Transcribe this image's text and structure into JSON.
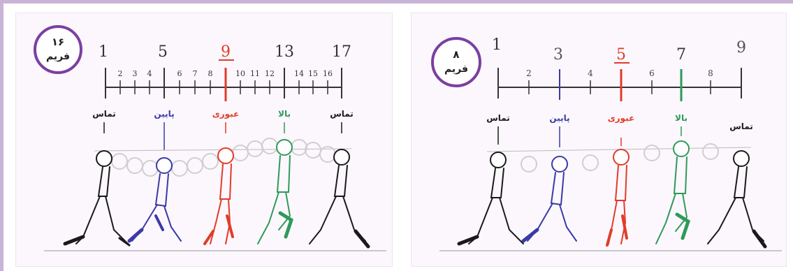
{
  "colors": {
    "frame": "#c9b4d8",
    "badge_ring": "#7b3fa0",
    "contact": "#1a1a1a",
    "down": "#3a3aa8",
    "passing": "#e23b2a",
    "up": "#2e9a5a",
    "ink": "#333333"
  },
  "panels": [
    {
      "id": "left",
      "badge": {
        "number": "۱۶",
        "word": "فریم"
      },
      "major_labels": [
        "1",
        "5",
        "9",
        "13",
        "17"
      ],
      "minor_labels": [
        "2",
        "3",
        "4",
        "6",
        "7",
        "8",
        "10",
        "11",
        "12",
        "14",
        "15",
        "16"
      ],
      "pose_labels": [
        "تماس",
        "پایین",
        "عبوری",
        "بالا",
        "تماس"
      ],
      "pose_roles": [
        "contact",
        "down",
        "passing",
        "up",
        "contact"
      ]
    },
    {
      "id": "right",
      "badge": {
        "number": "۸",
        "word": "فریم"
      },
      "major_labels": [
        "1",
        "3",
        "5",
        "7",
        "9"
      ],
      "minor_labels": [
        "2",
        "4",
        "6",
        "8"
      ],
      "pose_labels": [
        "تماس",
        "پایین",
        "عبوری",
        "بالا",
        "تماس"
      ],
      "pose_roles": [
        "contact",
        "down",
        "passing",
        "up",
        "contact"
      ]
    }
  ]
}
